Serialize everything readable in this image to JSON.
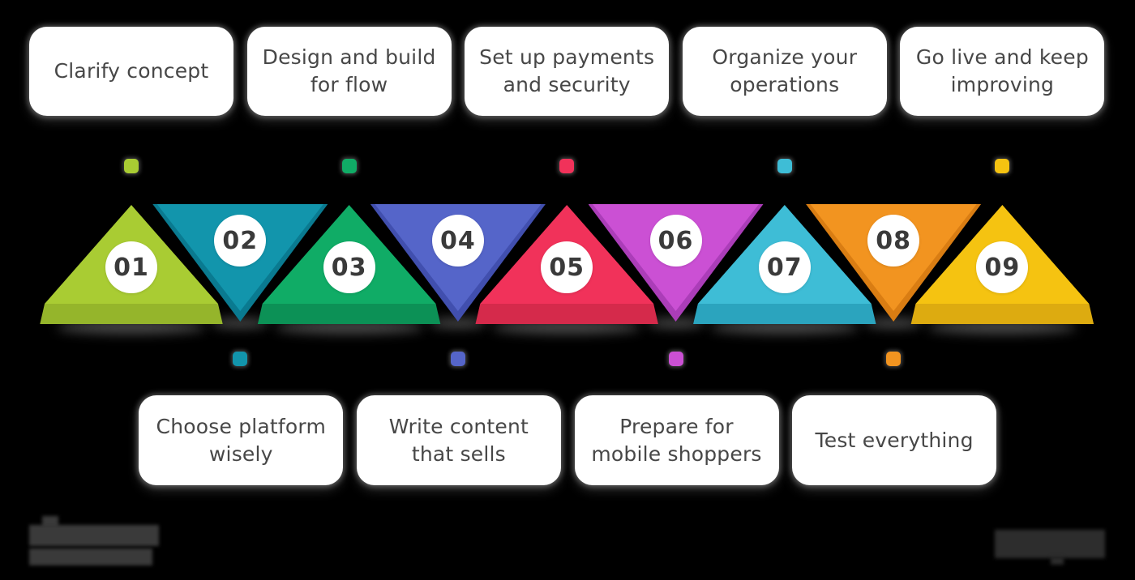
{
  "background": "#000000",
  "card_style": {
    "bg": "#ffffff",
    "text_color": "#474747"
  },
  "badge_style": {
    "bg": "#ffffff",
    "number_color": "#3a3a3a"
  },
  "steps": [
    {
      "number": "01",
      "label": "Clarify concept",
      "position": "top",
      "color": "#a9cc33",
      "shade": "#95b52b"
    },
    {
      "number": "02",
      "label": "Choose platform\nwisely",
      "position": "bottom",
      "color": "#1295ac",
      "shade": "#0a7a90"
    },
    {
      "number": "03",
      "label": "Design and build\nfor flow",
      "position": "top",
      "color": "#10ac66",
      "shade": "#0c9156"
    },
    {
      "number": "04",
      "label": "Write content\nthat sells",
      "position": "bottom",
      "color": "#5565c9",
      "shade": "#414fae"
    },
    {
      "number": "05",
      "label": "Set up payments\nand security",
      "position": "top",
      "color": "#f1325a",
      "shade": "#d52a4b"
    },
    {
      "number": "06",
      "label": "Prepare for\nmobile shoppers",
      "position": "bottom",
      "color": "#cb50d4",
      "shade": "#ab3db8"
    },
    {
      "number": "07",
      "label": "Organize your\noperations",
      "position": "top",
      "color": "#3ebdd6",
      "shade": "#2ba4be"
    },
    {
      "number": "08",
      "label": "Test everything",
      "position": "bottom",
      "color": "#f29420",
      "shade": "#d97d13"
    },
    {
      "number": "09",
      "label": "Go live and keep\nimproving",
      "position": "top",
      "color": "#f5c311",
      "shade": "#ddab10"
    }
  ],
  "watermarks": {
    "bottom_left": {
      "text": "",
      "legible": false,
      "color": "#3a3a3a"
    },
    "bottom_right": {
      "text": "",
      "legible": false,
      "color": "#2d2d2d"
    }
  }
}
